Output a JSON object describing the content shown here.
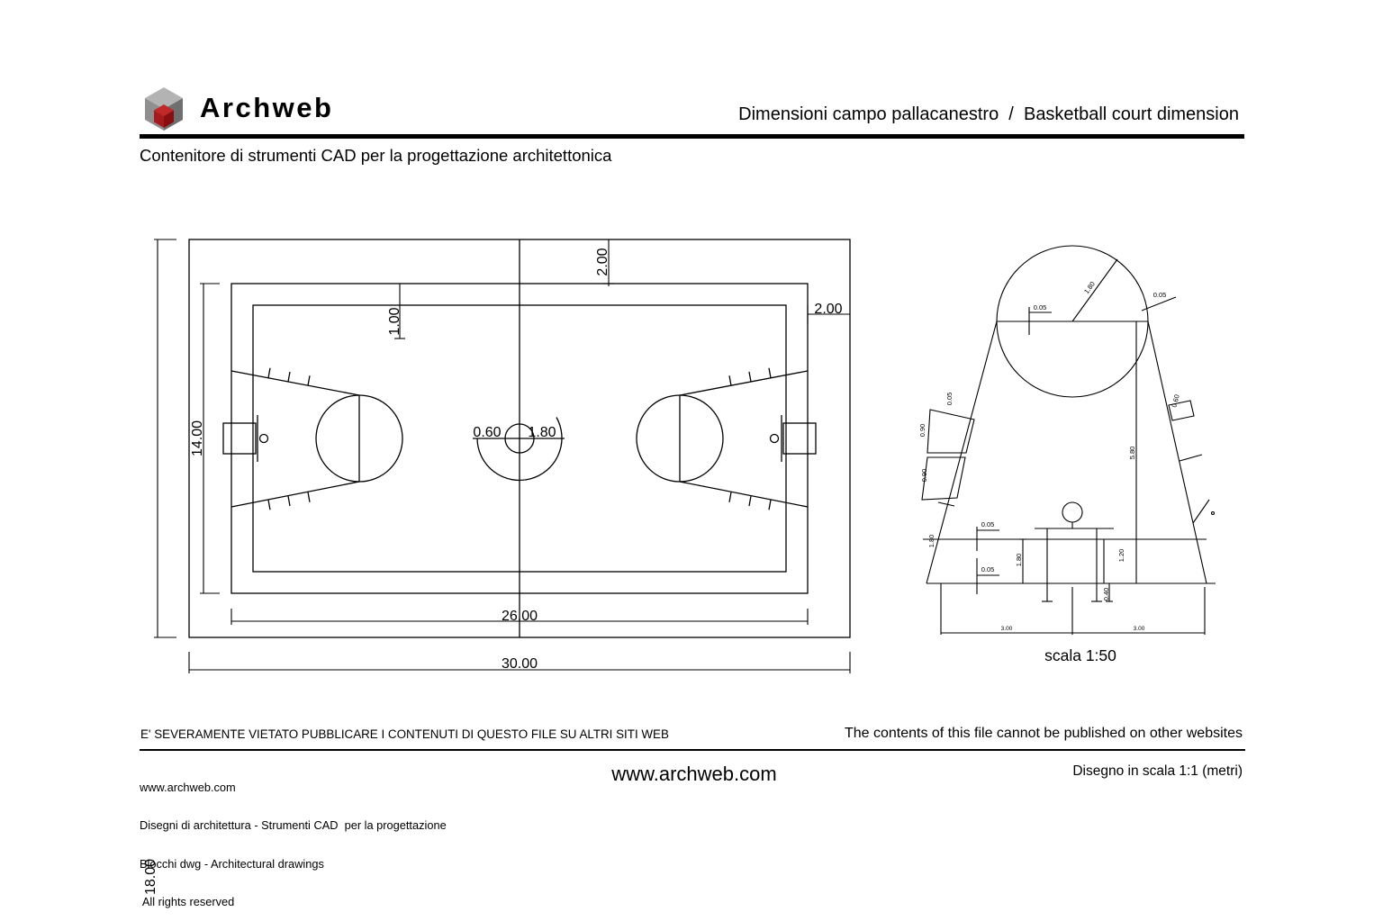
{
  "header": {
    "brand": "Archweb",
    "title": "Dimensioni campo pallacanestro  /  Basketball court dimension",
    "subtitle": "Contenitore di strumenti CAD per la progettazione architettonica"
  },
  "court": {
    "length_total": "30.00",
    "length_inner": "26.00",
    "width_total": "18.00",
    "width_inner": "14.00",
    "margin_top": "2.00",
    "margin_side": "2.00",
    "line_offset": "1.00",
    "center_radius_small": "0.60",
    "center_radius_large": "1.80"
  },
  "detail": {
    "scale": "scala 1:50",
    "labels": {
      "circle_gap_left": "0.05",
      "circle_gap_right": "0.05",
      "radius": "1.80",
      "mark_gap": "0.05",
      "mark_1": "0.90",
      "mark_2": "0.90",
      "leg_lower": "1.80",
      "line_gap_upper": "0.05",
      "line_gap_lower": "0.05",
      "post_height_left": "1.80",
      "post_height_right": "1.20",
      "post_base": "0.40",
      "mark_right": "0.60",
      "height": "5.80",
      "half_width_left": "3.00",
      "half_width_right": "3.00"
    }
  },
  "footer": {
    "warning_it": "E' SEVERAMENTE VIETATO PUBBLICARE I CONTENUTI DI QUESTO FILE SU ALTRI SITI WEB",
    "warning_en": "The contents of this file cannot be published on other websites",
    "site_lines": [
      "www.archweb.com",
      "Disegni di architettura - Strumenti CAD  per la progettazione",
      "Blocchi dwg - Architectural drawings",
      " All rights reserved"
    ],
    "site_center": "www.archweb.com",
    "scale_note": "Disegno in scala 1:1 (metri)"
  },
  "colors": {
    "ink": "#000000",
    "background": "#ffffff",
    "logo_gray_light": "#b3b3b3",
    "logo_gray": "#8f8f8f",
    "logo_gray_dark": "#6f6f6f",
    "logo_red_light": "#c0282a",
    "logo_red": "#a51a1c",
    "logo_red_dark": "#8a0d10"
  }
}
